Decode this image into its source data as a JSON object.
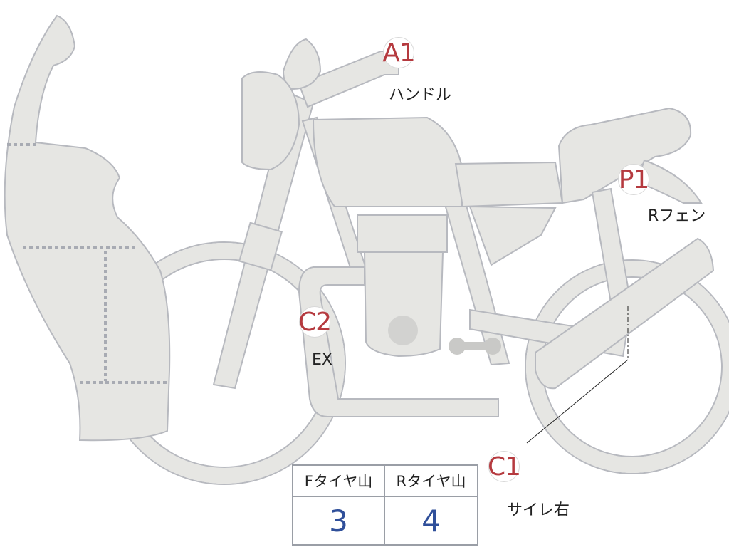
{
  "labels": [
    {
      "id": "A1",
      "caption": "ハンドル"
    },
    {
      "id": "P1",
      "caption": "Rフェン"
    },
    {
      "id": "C2",
      "caption": "EX"
    },
    {
      "id": "C1",
      "caption": "サイレ右"
    }
  ],
  "tread_table": {
    "front_header": "Fタイヤ山",
    "rear_header": "Rタイヤ山",
    "front_value": "3",
    "rear_value": "4"
  },
  "colors": {
    "part_fill": "#e6e6e3",
    "part_outline": "#b7b9bf",
    "badge_text": "#b53a3f",
    "value_text": "#2f4f9a"
  }
}
